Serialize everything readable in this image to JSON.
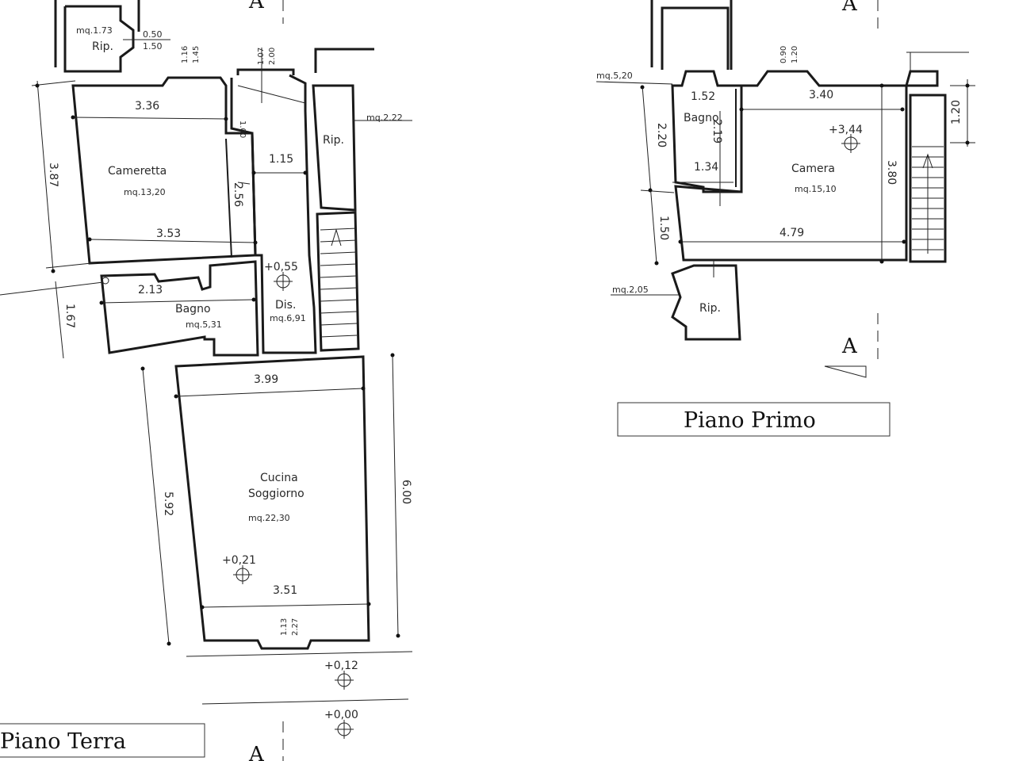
{
  "ground_floor": {
    "title": "Piano Terra",
    "section_marks": [
      "A",
      "A"
    ],
    "rooms": [
      {
        "name": "Rip.",
        "area": "mq.1.73"
      },
      {
        "name": "Cameretta",
        "area": "mq.13,20"
      },
      {
        "name": "Rip.",
        "area": "mq.2.22"
      },
      {
        "name": "Bagno",
        "area": "mq.5,31"
      },
      {
        "name": "Dis.",
        "area": "mq.6,91"
      },
      {
        "name": "Cucina",
        "name2": "Soggiorno",
        "area": "mq.22,30"
      }
    ],
    "dimensions": [
      "0.50",
      "1.50",
      "1.16",
      "1.45",
      "1.07",
      "2.00",
      "3.36",
      "1.00",
      "3.87",
      "1.15",
      "2.56",
      "3.53",
      "2.13",
      "1.67",
      "3.99",
      "5.92",
      "6.00",
      "3.51",
      "1.13",
      "2.27"
    ],
    "elevations": [
      "+0,55",
      "+0,21",
      "+0,12",
      "+0,00"
    ]
  },
  "first_floor": {
    "title": "Piano Primo",
    "section_marks": [
      "A",
      "A"
    ],
    "rooms": [
      {
        "name": "Bagno",
        "area": "mq.5,20"
      },
      {
        "name": "Camera",
        "area": "mq.15,10"
      },
      {
        "name": "Rip.",
        "area": "mq.2,05"
      }
    ],
    "dimensions": [
      "0.90",
      "1.20",
      "1.52",
      "3.40",
      "2.20",
      "2.19",
      "1.20",
      "1.34",
      "3.80",
      "1.50",
      "4.79"
    ],
    "elevations": [
      "+3,44"
    ]
  }
}
